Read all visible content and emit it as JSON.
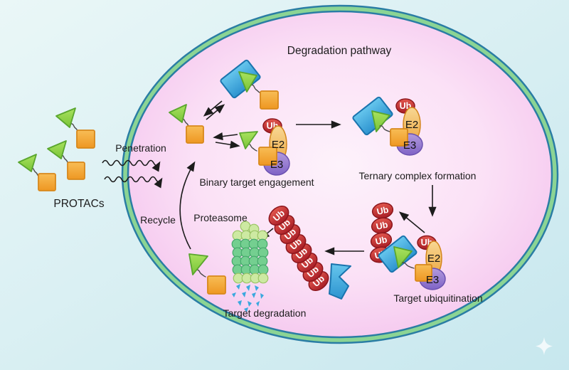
{
  "title": "Degradation pathway",
  "outside": {
    "protacs_label": "PROTACs",
    "penetration_label": "Penetration"
  },
  "steps": {
    "binary_engagement": "Binary target engagement",
    "ternary_formation": "Ternary complex formation",
    "target_ubiquitination": "Target ubiquitination",
    "target_degradation": "Target degradation",
    "proteasome": "Proteasome",
    "recycle": "Recycle"
  },
  "molecules": {
    "ub": "Ub",
    "e2": "E2",
    "e3": "E3"
  },
  "counts": {
    "protacs_outside_cell": 3,
    "ub_in_poly_chain": 8,
    "ub_in_free_stack": 4
  },
  "colors": {
    "background": "#dff2f5",
    "cell_interior": "#f9ddf5",
    "membrane_band_green": "#8bd494",
    "membrane_line_teal": "#2a7da4",
    "ligand_triangle_green": "#8ed84e",
    "linker_square_orange": "#f5a733",
    "target_protein_blue": "#45aee3",
    "ubiquitin_red": "#c9262d",
    "e2_enzyme_tan": "#f2bc5e",
    "e3_ligase_purple": "#9a7fd1",
    "proteasome_green": "#74cf90",
    "proteasome_light_green": "#cde9a2",
    "fragment_blue": "#3aa8de",
    "text": "#1c1c1c"
  }
}
